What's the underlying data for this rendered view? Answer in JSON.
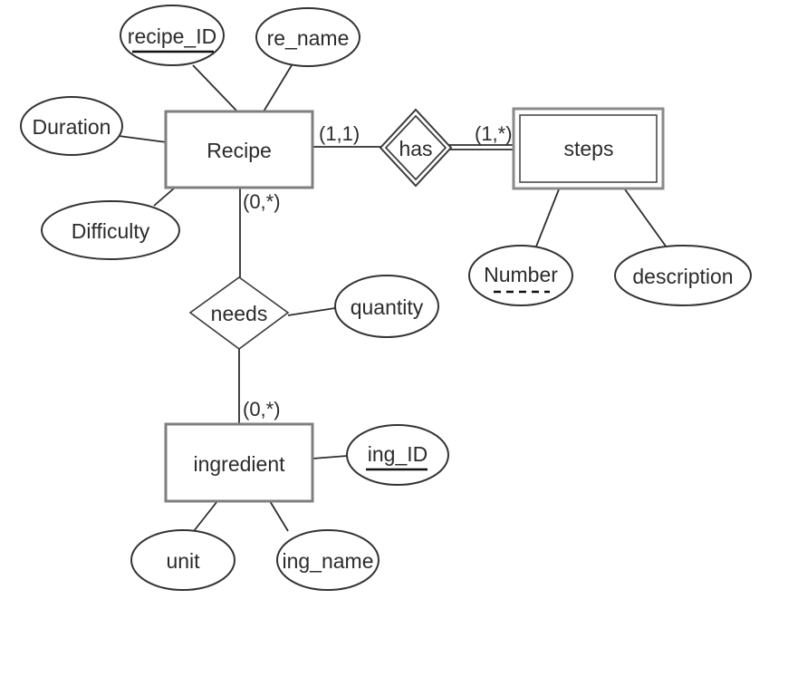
{
  "diagram": {
    "kind": "entity-relationship",
    "entities": [
      {
        "id": "recipe",
        "label": "Recipe",
        "weak": false
      },
      {
        "id": "steps",
        "label": "steps",
        "weak": true
      },
      {
        "id": "ingredient",
        "label": "ingredient",
        "weak": false
      }
    ],
    "relationships": [
      {
        "id": "has",
        "label": "has",
        "identifying": true,
        "between": [
          "Recipe",
          "steps"
        ]
      },
      {
        "id": "needs",
        "label": "needs",
        "identifying": false,
        "between": [
          "Recipe",
          "ingredient"
        ]
      }
    ],
    "attributes": [
      {
        "id": "recipe_id",
        "label": "recipe_ID",
        "of": "Recipe",
        "key": "primary"
      },
      {
        "id": "re_name",
        "label": "re_name",
        "of": "Recipe",
        "key": "none"
      },
      {
        "id": "duration",
        "label": "Duration",
        "of": "Recipe",
        "key": "none"
      },
      {
        "id": "difficulty",
        "label": "Difficulty",
        "of": "Recipe",
        "key": "none"
      },
      {
        "id": "number",
        "label": "Number",
        "of": "steps",
        "key": "partial"
      },
      {
        "id": "description",
        "label": "description",
        "of": "steps",
        "key": "none"
      },
      {
        "id": "quantity",
        "label": "quantity",
        "of": "needs",
        "key": "none"
      },
      {
        "id": "ing_id",
        "label": "ing_ID",
        "of": "ingredient",
        "key": "primary"
      },
      {
        "id": "unit",
        "label": "unit",
        "of": "ingredient",
        "key": "none"
      },
      {
        "id": "ing_name",
        "label": "ing_name",
        "of": "ingredient",
        "key": "none"
      }
    ],
    "cardinalities": [
      {
        "id": "recipe_has",
        "label": "(1,1)",
        "edge": "Recipe-has"
      },
      {
        "id": "has_steps",
        "label": "(1,*)",
        "edge": "has-steps"
      },
      {
        "id": "recipe_needs",
        "label": "(0,*)",
        "edge": "Recipe-needs"
      },
      {
        "id": "needs_ingredient",
        "label": "(0,*)",
        "edge": "needs-ingredient"
      }
    ],
    "colors": {
      "line": "#2e2e2e",
      "entity_border": "#7f7f7f",
      "ellipse_border": "#333333",
      "background": "#ffffff"
    }
  }
}
